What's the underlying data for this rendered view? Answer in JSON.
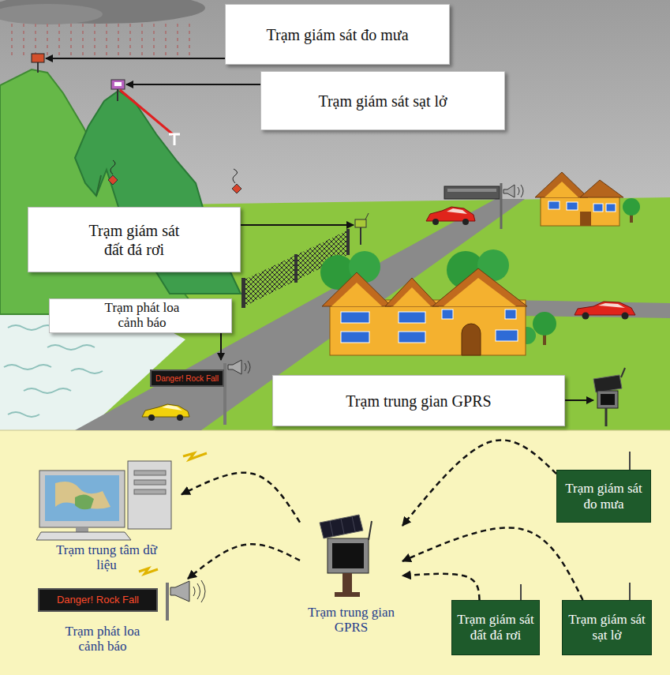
{
  "diagram": {
    "nodes": [
      {
        "text": [
          "Trạm giám sát đo mưa"
        ]
      },
      {
        "text": [
          "Trạm giám sát sạt lở"
        ]
      },
      {
        "text": [
          "Trạm giám sát đất đá rơi"
        ]
      },
      {
        "text": [
          "Trạm phát loa cảnh báo"
        ]
      },
      {
        "text": [
          "Danger! Rock Fall"
        ]
      },
      {
        "text": [
          "Trạm trung gian GPRS"
        ]
      },
      {
        "text": [
          "Trạm trung tâm dữ liệu"
        ]
      },
      {
        "text": [
          "Trạm giám sát đo mưa"
        ]
      },
      {
        "text": [
          "Trạm trung gian GPRS"
        ]
      },
      {
        "text": [
          "Trạm phát loa cảnh báo"
        ]
      },
      {
        "text": [
          "Danger! Rock Fall"
        ],
        "in": 9
      },
      {
        "text": [
          "Trạm giám sát đất đá rơi"
        ]
      },
      {
        "text": [
          "Trạm giám sát sạt lở"
        ]
      }
    ],
    "edges": [
      {
        "from": 8,
        "to": 6,
        "arrow": "to"
      },
      {
        "from": 8,
        "to": 9,
        "arrow": "to"
      },
      {
        "from": 7,
        "to": 8,
        "arrow": "to"
      },
      {
        "from": 11,
        "to": 8,
        "arrow": "to"
      },
      {
        "from": 12,
        "to": 8,
        "arrow": "to"
      }
    ]
  }
}
